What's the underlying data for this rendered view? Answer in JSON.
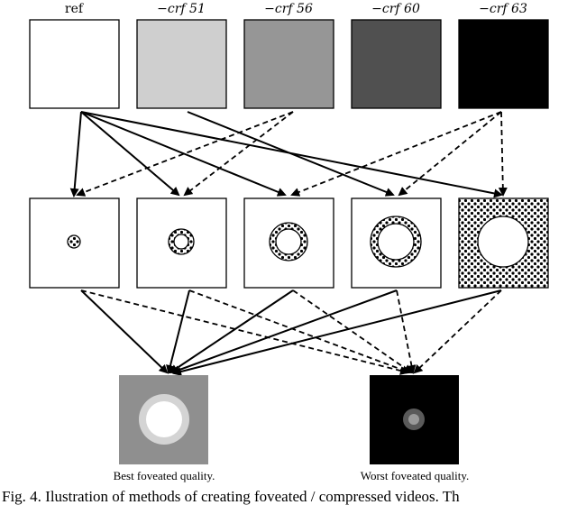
{
  "top_labels": [
    "ref",
    "−crf 51",
    "−crf 56",
    "−crf 60",
    "−crf 63"
  ],
  "top_fill_colors": [
    "#ffffff",
    "#cfcfcf",
    "#969696",
    "#505050",
    "#000000"
  ],
  "captions": {
    "best": "Best foveated quality.",
    "worst": "Worst foveated quality."
  },
  "figure_caption": "Fig. 4.  Ilustration of methods of creating foveated / compressed videos. Th",
  "result_colors": {
    "best_background": "#8f8f8f",
    "best_ring": "#d4d4d4",
    "best_center": "#ffffff",
    "worst_background": "#000000",
    "worst_ring": "#5a5a5a",
    "worst_center": "#9a9a9a"
  }
}
